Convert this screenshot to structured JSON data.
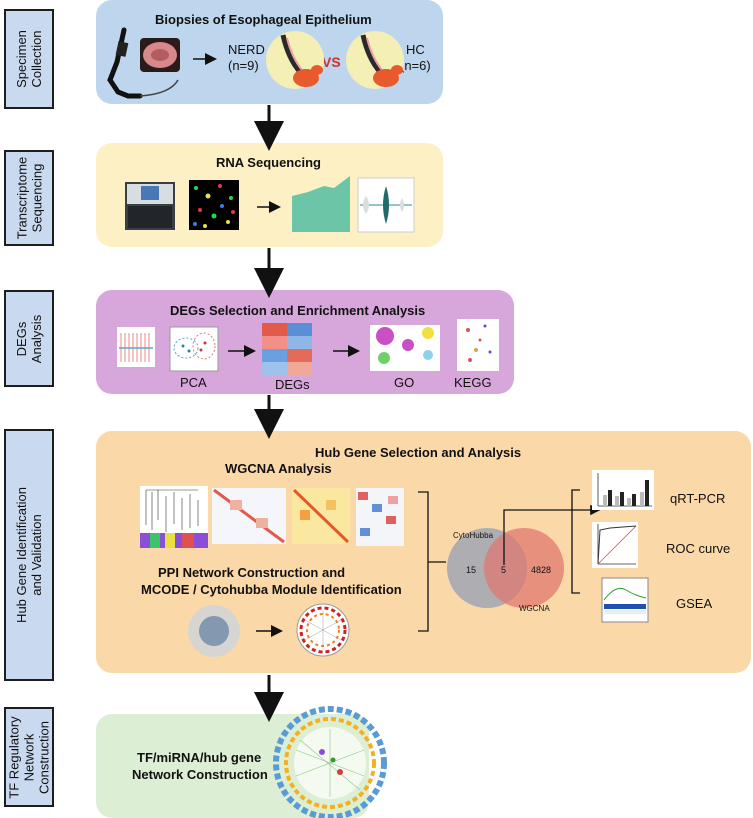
{
  "side_labels": {
    "specimen": "Specimen\nCollection",
    "transcriptome": "Transcriptome\nSequencing",
    "degs": "DEGs\nAnalysis",
    "hub": "Hub Gene Identification\nand Validation",
    "tf": "TF Regulatory\nNetwork\nConstruction"
  },
  "specimen": {
    "title": "Biopsies of Esophageal Epithelium",
    "nerd": "NERD",
    "nerd_n": "(n=9)",
    "vs": "VS",
    "hc": "HC",
    "hc_n": "(n=6)"
  },
  "rnaseq": {
    "title": "RNA Sequencing"
  },
  "degs": {
    "title": "DEGs Selection and Enrichment Analysis",
    "pca": "PCA",
    "degs": "DEGs",
    "go": "GO",
    "kegg": "KEGG"
  },
  "hub": {
    "title": "Hub Gene Selection and Analysis",
    "wgcna": "WGCNA Analysis",
    "ppi_line1": "PPI Network Construction and",
    "ppi_line2": "MCODE / Cytohubba Module Identification",
    "venn_left_label": "CytoHubba",
    "venn_right_label": "WGCNA",
    "venn_left_count": "15",
    "venn_overlap_count": "5",
    "venn_right_count": "4828",
    "qrt": "qRT-PCR",
    "roc": "ROC curve",
    "gsea": "GSEA"
  },
  "tf": {
    "line1": "TF/miRNA/hub gene",
    "line2": "Network Construction"
  },
  "colors": {
    "side_box": "#c9daf0",
    "panel_blue": "#bdd6ee",
    "panel_yellow": "#fdf0c4",
    "panel_purple": "#d7a6da",
    "panel_orange": "#fbd8a8",
    "panel_green": "#dcefd5",
    "venn_left": "#9aa2b4",
    "venn_right": "#e07870",
    "vs_red": "#d0302a"
  },
  "icons": [
    "endoscope-icon",
    "biopsy-image-icon",
    "esophagus-icon",
    "sequencer-icon",
    "heatmap-icon",
    "network-icon",
    "venn-diagram-icon",
    "bar-chart-icon",
    "roc-curve-icon",
    "gsea-plot-icon"
  ]
}
